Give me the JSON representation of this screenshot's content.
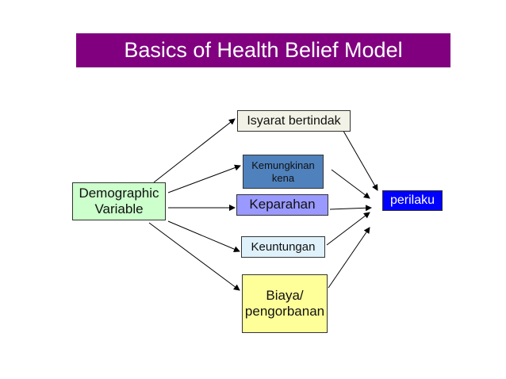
{
  "title": "Basics of Health Belief Model",
  "nodes": {
    "isyarat": "Isyarat bertindak",
    "kemungkinan": "Kemungkinan kena",
    "keparahan": "Keparahan",
    "keuntungan": "Keuntungan",
    "biaya": "Biaya/ pengorbanan",
    "demographic": "Demographic Variable",
    "perilaku": "perilaku"
  },
  "colors": {
    "title_bg": "#800080",
    "isyarat_bg": "#f2f2e6",
    "kemungkinan_bg": "#4f81bd",
    "keparahan_bg": "#9999ff",
    "keuntungan_bg": "#dff1fa",
    "biaya_bg": "#ffff99",
    "demographic_bg": "#ccffcc",
    "perilaku_bg": "#0000ff",
    "perilaku_text": "#ffffff",
    "arrow": "#000000"
  }
}
